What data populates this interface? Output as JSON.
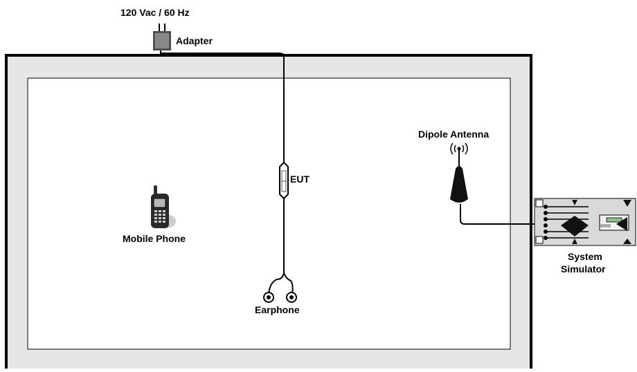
{
  "labels": {
    "power": "120 Vac / 60 Hz",
    "adapter": "Adapter",
    "eut": "EUT",
    "dipole_antenna": "Dipole Antenna",
    "mobile_phone": "Mobile Phone",
    "system_simulator_line1": "System",
    "system_simulator_line2": "Simulator",
    "earphone": "Earphone"
  },
  "icons": {
    "adapter": "power-adapter-icon",
    "eut": "eut-device-icon",
    "antenna": "dipole-antenna-icon",
    "phone": "mobile-phone-icon",
    "simulator": "system-simulator-icon",
    "earphone": "earphone-icon"
  },
  "colors": {
    "chamber_outer": "#e6e6e6",
    "chamber_border": "#000000",
    "inner_room": "#ffffff",
    "cable": "#000000",
    "adapter_fill": "#808080",
    "simulator_fill": "#d9d9d9"
  }
}
